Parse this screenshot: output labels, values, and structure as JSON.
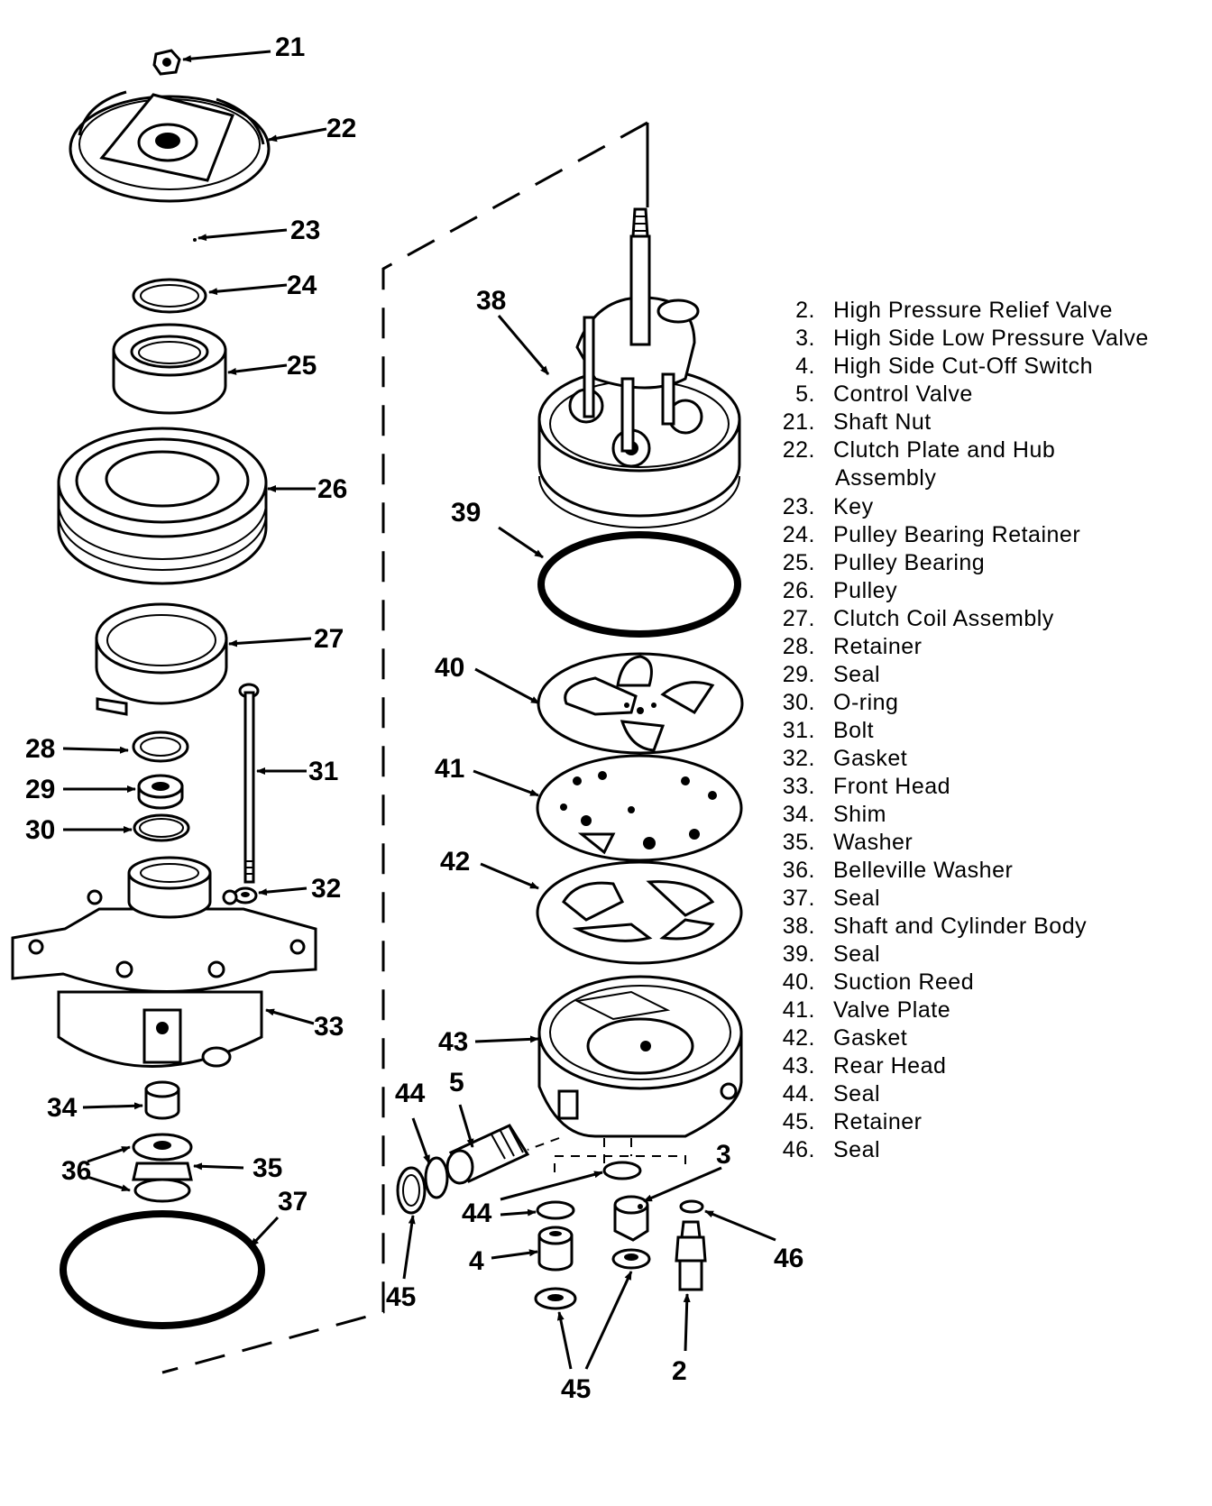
{
  "callouts": [
    "21",
    "22",
    "23",
    "24",
    "25",
    "26",
    "27",
    "28",
    "29",
    "30",
    "31",
    "32",
    "33",
    "34",
    "36",
    "35",
    "37",
    "38",
    "39",
    "40",
    "41",
    "42",
    "43",
    "44",
    "5",
    "3",
    "44",
    "4",
    "46",
    "45",
    "45",
    "2"
  ],
  "legend": [
    {
      "num": "2.",
      "label": "High Pressure Relief Valve"
    },
    {
      "num": "3.",
      "label": "High Side Low Pressure Valve"
    },
    {
      "num": "4.",
      "label": "High Side Cut-Off Switch"
    },
    {
      "num": "5.",
      "label": "Control Valve"
    },
    {
      "num": "21.",
      "label": "Shaft Nut"
    },
    {
      "num": "22.",
      "label": "Clutch Plate and Hub"
    },
    {
      "num": "",
      "label": "Assembly"
    },
    {
      "num": "23.",
      "label": "Key"
    },
    {
      "num": "24.",
      "label": "Pulley Bearing Retainer"
    },
    {
      "num": "25.",
      "label": "Pulley Bearing"
    },
    {
      "num": "26.",
      "label": "Pulley"
    },
    {
      "num": "27.",
      "label": "Clutch Coil Assembly"
    },
    {
      "num": "28.",
      "label": "Retainer"
    },
    {
      "num": "29.",
      "label": "Seal"
    },
    {
      "num": "30.",
      "label": "O-ring"
    },
    {
      "num": "31.",
      "label": "Bolt"
    },
    {
      "num": "32.",
      "label": "Gasket"
    },
    {
      "num": "33.",
      "label": "Front Head"
    },
    {
      "num": "34.",
      "label": "Shim"
    },
    {
      "num": "35.",
      "label": "Washer"
    },
    {
      "num": "36.",
      "label": "Belleville Washer"
    },
    {
      "num": "37.",
      "label": "Seal"
    },
    {
      "num": "38.",
      "label": "Shaft and Cylinder Body"
    },
    {
      "num": "39.",
      "label": "Seal"
    },
    {
      "num": "40.",
      "label": "Suction Reed"
    },
    {
      "num": "41.",
      "label": "Valve Plate"
    },
    {
      "num": "42.",
      "label": "Gasket"
    },
    {
      "num": "43.",
      "label": "Rear Head"
    },
    {
      "num": "44.",
      "label": "Seal"
    },
    {
      "num": "45.",
      "label": "Retainer"
    },
    {
      "num": "46.",
      "label": "Seal"
    }
  ]
}
